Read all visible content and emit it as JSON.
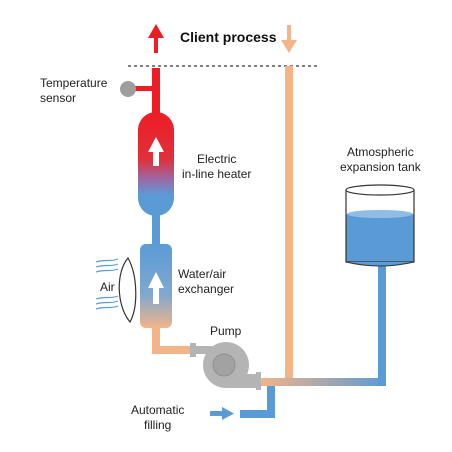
{
  "labels": {
    "client_process": "Client process",
    "temperature_sensor": "Temperature\nsensor",
    "heater": "Electric\nin-line heater",
    "exchanger": "Water/air\nexchanger",
    "air": "Air",
    "pump": "Pump",
    "tank": "Atmospheric\nexpansion tank",
    "filling": "Automatic\nfilling"
  },
  "colors": {
    "hot": "#ee1c24",
    "return": "#f3b487",
    "cold": "#5b9bd5",
    "grey": "#b4b4b4"
  }
}
